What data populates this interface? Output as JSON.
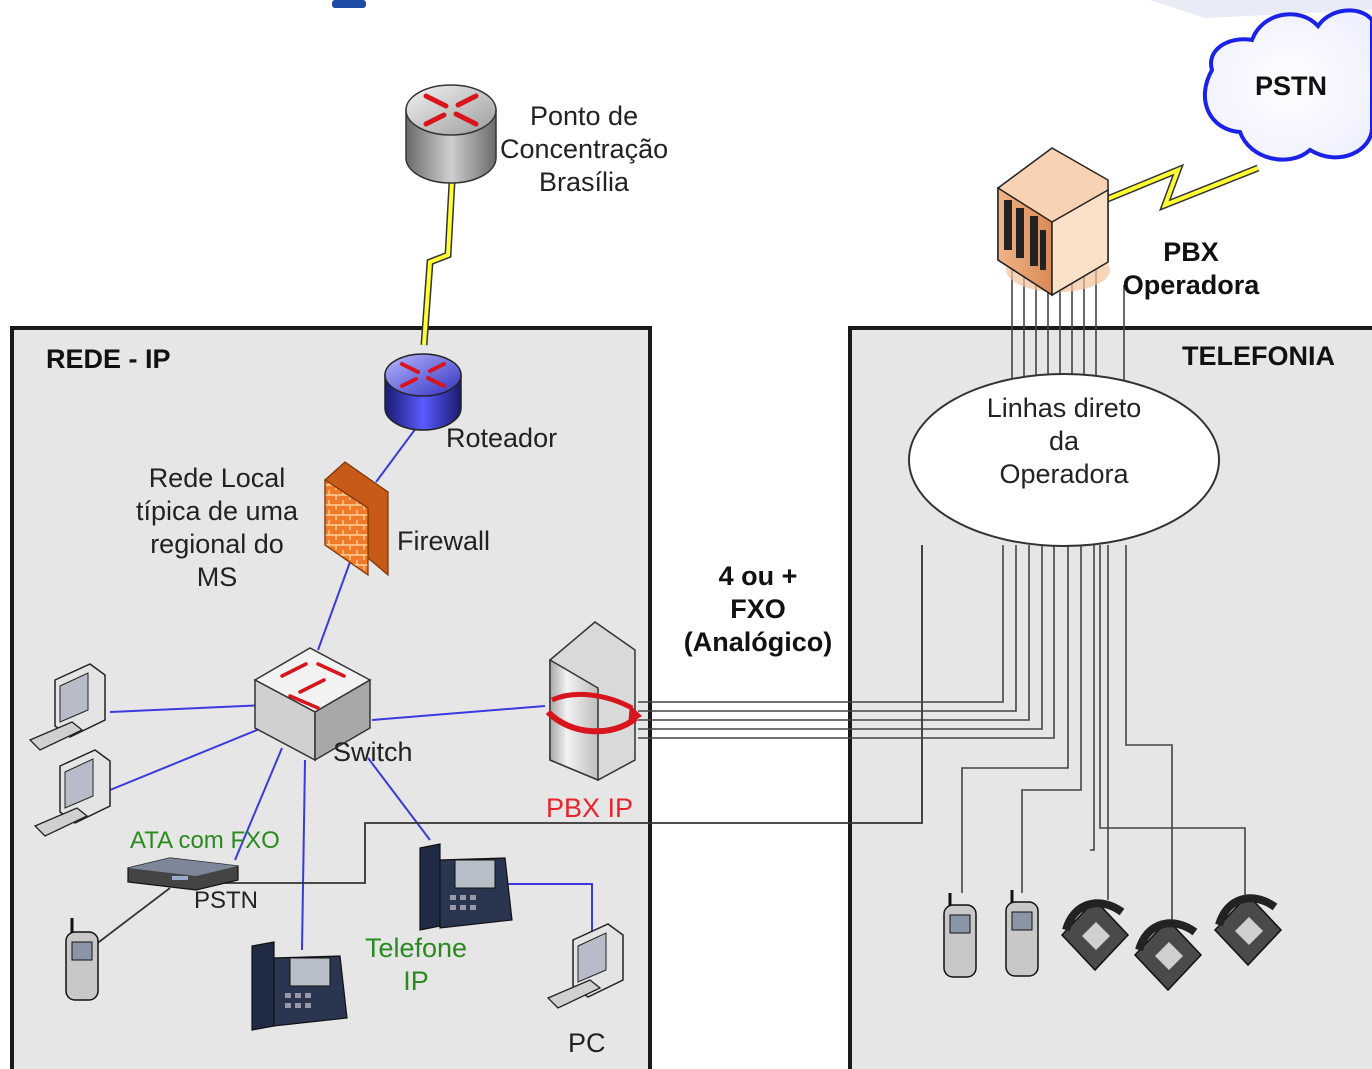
{
  "rede_ip": {
    "title": "REDE - IP",
    "description": [
      "Rede Local",
      "típica de uma",
      "regional do",
      "MS"
    ],
    "router": "Roteador",
    "firewall": "Firewall",
    "switch": "Switch",
    "pbx_ip": "PBX IP",
    "ata": "ATA com FXO",
    "pstn_port": "PSTN",
    "ip_phone": [
      "Telefone",
      "IP"
    ],
    "pc": "PC"
  },
  "concentration_point": [
    "Ponto de",
    "Concentração",
    "Brasília"
  ],
  "link": [
    "4 ou +",
    "FXO",
    "(Analógico)"
  ],
  "telefonia": {
    "title": "TELEFONIA",
    "lines": [
      "Linhas direto",
      "da",
      "Operadora"
    ],
    "pbx": [
      "PBX",
      "Operadora"
    ],
    "cloud": "PSTN"
  },
  "colors": {
    "panel": "#e6e6e6",
    "panel_border": "#1a1a1a",
    "lan_link": "#3a3adf",
    "label_green": "#2a8a1f",
    "label_red": "#e8232a"
  }
}
